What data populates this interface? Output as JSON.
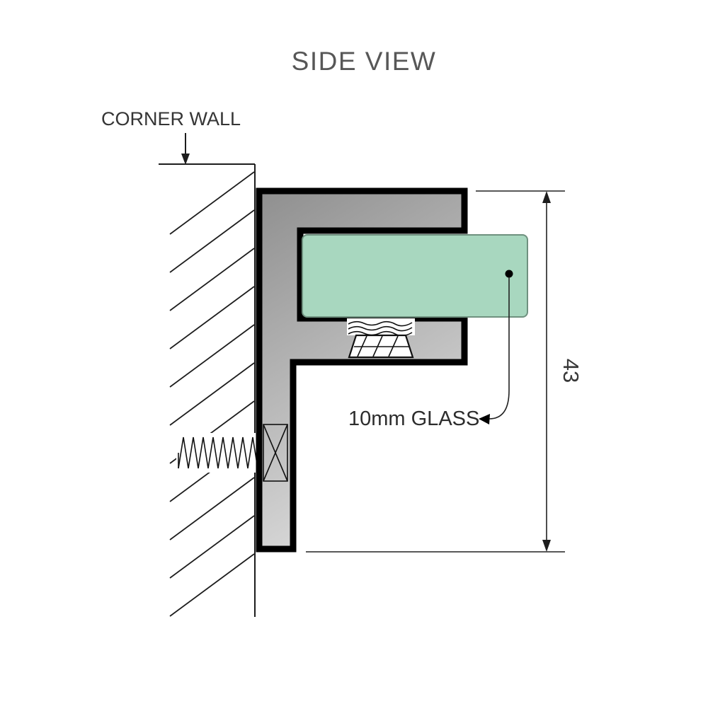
{
  "diagram": {
    "title": "SIDE VIEW",
    "wall_label": "CORNER WALL",
    "glass_label": "10mm GLASS",
    "dimension_value": "43"
  },
  "colors": {
    "background": "#ffffff",
    "title_text": "#575757",
    "label_text": "#353535",
    "outline": "#000000",
    "glass_fill": "#a8d7bf",
    "glass_edge": "#6f917f",
    "bracket_dark": "#8f8f8f",
    "bracket_light": "#dadada"
  }
}
